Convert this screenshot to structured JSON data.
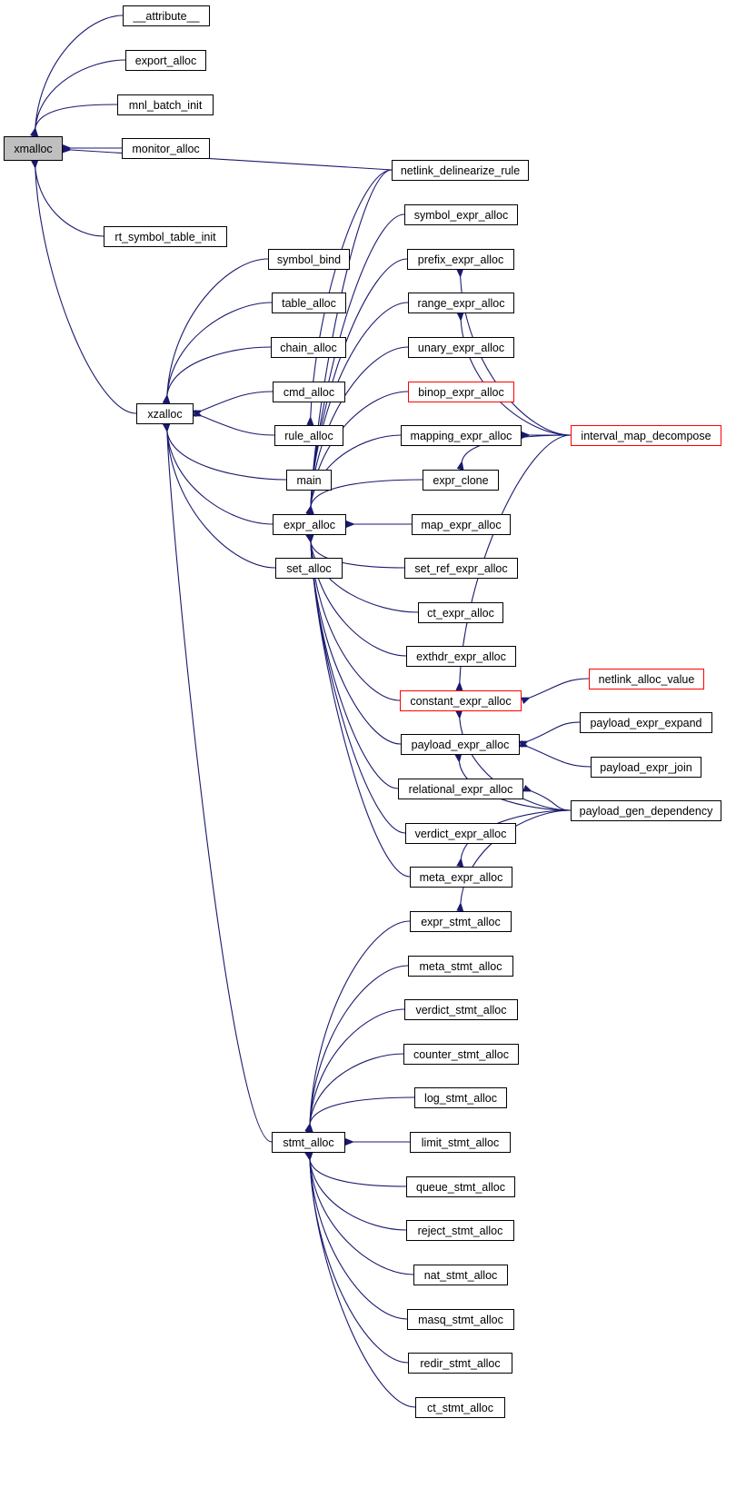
{
  "graph": {
    "nodes": [
      {
        "id": "xmalloc",
        "label": "xmalloc",
        "current": true
      },
      {
        "id": "attribute",
        "label": "__attribute__"
      },
      {
        "id": "export_alloc",
        "label": "export_alloc"
      },
      {
        "id": "mnl_batch_init",
        "label": "mnl_batch_init"
      },
      {
        "id": "monitor_alloc",
        "label": "monitor_alloc"
      },
      {
        "id": "netlink_delinearize_rule",
        "label": "netlink_delinearize_rule"
      },
      {
        "id": "rt_symbol_table_init",
        "label": "rt_symbol_table_init"
      },
      {
        "id": "xzalloc",
        "label": "xzalloc"
      },
      {
        "id": "symbol_bind",
        "label": "symbol_bind"
      },
      {
        "id": "table_alloc",
        "label": "table_alloc"
      },
      {
        "id": "chain_alloc",
        "label": "chain_alloc"
      },
      {
        "id": "cmd_alloc",
        "label": "cmd_alloc"
      },
      {
        "id": "rule_alloc",
        "label": "rule_alloc"
      },
      {
        "id": "main",
        "label": "main"
      },
      {
        "id": "expr_alloc",
        "label": "expr_alloc"
      },
      {
        "id": "set_alloc",
        "label": "set_alloc"
      },
      {
        "id": "symbol_expr_alloc",
        "label": "symbol_expr_alloc"
      },
      {
        "id": "prefix_expr_alloc",
        "label": "prefix_expr_alloc"
      },
      {
        "id": "range_expr_alloc",
        "label": "range_expr_alloc"
      },
      {
        "id": "unary_expr_alloc",
        "label": "unary_expr_alloc"
      },
      {
        "id": "binop_expr_alloc",
        "label": "binop_expr_alloc",
        "truncated": true
      },
      {
        "id": "mapping_expr_alloc",
        "label": "mapping_expr_alloc"
      },
      {
        "id": "interval_map_decompose",
        "label": "interval_map_decompose",
        "truncated": true
      },
      {
        "id": "expr_clone",
        "label": "expr_clone"
      },
      {
        "id": "map_expr_alloc",
        "label": "map_expr_alloc"
      },
      {
        "id": "set_ref_expr_alloc",
        "label": "set_ref_expr_alloc"
      },
      {
        "id": "ct_expr_alloc",
        "label": "ct_expr_alloc"
      },
      {
        "id": "exthdr_expr_alloc",
        "label": "exthdr_expr_alloc"
      },
      {
        "id": "netlink_alloc_value",
        "label": "netlink_alloc_value",
        "truncated": true
      },
      {
        "id": "constant_expr_alloc",
        "label": "constant_expr_alloc",
        "truncated": true
      },
      {
        "id": "payload_expr_expand",
        "label": "payload_expr_expand"
      },
      {
        "id": "payload_expr_alloc",
        "label": "payload_expr_alloc"
      },
      {
        "id": "payload_expr_join",
        "label": "payload_expr_join"
      },
      {
        "id": "relational_expr_alloc",
        "label": "relational_expr_alloc"
      },
      {
        "id": "payload_gen_dependency",
        "label": "payload_gen_dependency"
      },
      {
        "id": "verdict_expr_alloc",
        "label": "verdict_expr_alloc"
      },
      {
        "id": "meta_expr_alloc",
        "label": "meta_expr_alloc"
      },
      {
        "id": "expr_stmt_alloc",
        "label": "expr_stmt_alloc"
      },
      {
        "id": "meta_stmt_alloc",
        "label": "meta_stmt_alloc"
      },
      {
        "id": "verdict_stmt_alloc",
        "label": "verdict_stmt_alloc"
      },
      {
        "id": "counter_stmt_alloc",
        "label": "counter_stmt_alloc"
      },
      {
        "id": "log_stmt_alloc",
        "label": "log_stmt_alloc"
      },
      {
        "id": "stmt_alloc",
        "label": "stmt_alloc"
      },
      {
        "id": "limit_stmt_alloc",
        "label": "limit_stmt_alloc"
      },
      {
        "id": "queue_stmt_alloc",
        "label": "queue_stmt_alloc"
      },
      {
        "id": "reject_stmt_alloc",
        "label": "reject_stmt_alloc"
      },
      {
        "id": "nat_stmt_alloc",
        "label": "nat_stmt_alloc"
      },
      {
        "id": "masq_stmt_alloc",
        "label": "masq_stmt_alloc"
      },
      {
        "id": "redir_stmt_alloc",
        "label": "redir_stmt_alloc"
      },
      {
        "id": "ct_stmt_alloc",
        "label": "ct_stmt_alloc"
      }
    ],
    "edges": [
      [
        "xmalloc",
        "attribute"
      ],
      [
        "xmalloc",
        "export_alloc"
      ],
      [
        "xmalloc",
        "mnl_batch_init"
      ],
      [
        "xmalloc",
        "monitor_alloc"
      ],
      [
        "xmalloc",
        "netlink_delinearize_rule"
      ],
      [
        "xmalloc",
        "rt_symbol_table_init"
      ],
      [
        "xmalloc",
        "xzalloc"
      ],
      [
        "xzalloc",
        "symbol_bind"
      ],
      [
        "xzalloc",
        "table_alloc"
      ],
      [
        "xzalloc",
        "chain_alloc"
      ],
      [
        "xzalloc",
        "cmd_alloc"
      ],
      [
        "xzalloc",
        "rule_alloc"
      ],
      [
        "xzalloc",
        "main"
      ],
      [
        "xzalloc",
        "expr_alloc"
      ],
      [
        "xzalloc",
        "set_alloc"
      ],
      [
        "xzalloc",
        "stmt_alloc"
      ],
      [
        "rule_alloc",
        "netlink_delinearize_rule"
      ],
      [
        "expr_alloc",
        "netlink_delinearize_rule"
      ],
      [
        "expr_alloc",
        "symbol_expr_alloc"
      ],
      [
        "expr_alloc",
        "prefix_expr_alloc"
      ],
      [
        "expr_alloc",
        "range_expr_alloc"
      ],
      [
        "expr_alloc",
        "unary_expr_alloc"
      ],
      [
        "expr_alloc",
        "binop_expr_alloc"
      ],
      [
        "expr_alloc",
        "mapping_expr_alloc"
      ],
      [
        "expr_alloc",
        "expr_clone"
      ],
      [
        "expr_alloc",
        "map_expr_alloc"
      ],
      [
        "expr_alloc",
        "set_ref_expr_alloc"
      ],
      [
        "expr_alloc",
        "ct_expr_alloc"
      ],
      [
        "expr_alloc",
        "exthdr_expr_alloc"
      ],
      [
        "expr_alloc",
        "constant_expr_alloc"
      ],
      [
        "expr_alloc",
        "payload_expr_alloc"
      ],
      [
        "expr_alloc",
        "relational_expr_alloc"
      ],
      [
        "expr_alloc",
        "verdict_expr_alloc"
      ],
      [
        "expr_alloc",
        "meta_expr_alloc"
      ],
      [
        "prefix_expr_alloc",
        "interval_map_decompose"
      ],
      [
        "range_expr_alloc",
        "interval_map_decompose"
      ],
      [
        "mapping_expr_alloc",
        "interval_map_decompose"
      ],
      [
        "expr_clone",
        "interval_map_decompose"
      ],
      [
        "constant_expr_alloc",
        "interval_map_decompose"
      ],
      [
        "constant_expr_alloc",
        "netlink_alloc_value"
      ],
      [
        "constant_expr_alloc",
        "payload_gen_dependency"
      ],
      [
        "payload_expr_alloc",
        "payload_expr_expand"
      ],
      [
        "payload_expr_alloc",
        "payload_expr_join"
      ],
      [
        "payload_expr_alloc",
        "payload_gen_dependency"
      ],
      [
        "relational_expr_alloc",
        "payload_gen_dependency"
      ],
      [
        "meta_expr_alloc",
        "payload_gen_dependency"
      ],
      [
        "expr_stmt_alloc",
        "payload_gen_dependency"
      ],
      [
        "stmt_alloc",
        "expr_stmt_alloc"
      ],
      [
        "stmt_alloc",
        "meta_stmt_alloc"
      ],
      [
        "stmt_alloc",
        "verdict_stmt_alloc"
      ],
      [
        "stmt_alloc",
        "counter_stmt_alloc"
      ],
      [
        "stmt_alloc",
        "log_stmt_alloc"
      ],
      [
        "stmt_alloc",
        "limit_stmt_alloc"
      ],
      [
        "stmt_alloc",
        "queue_stmt_alloc"
      ],
      [
        "stmt_alloc",
        "reject_stmt_alloc"
      ],
      [
        "stmt_alloc",
        "nat_stmt_alloc"
      ],
      [
        "stmt_alloc",
        "masq_stmt_alloc"
      ],
      [
        "stmt_alloc",
        "redir_stmt_alloc"
      ],
      [
        "stmt_alloc",
        "ct_stmt_alloc"
      ]
    ]
  },
  "colors": {
    "edge": "#191970",
    "node_border": "#000000",
    "truncated_border": "#ff0000",
    "current_fill": "#bfbfbf",
    "node_fill": "#ffffff"
  }
}
